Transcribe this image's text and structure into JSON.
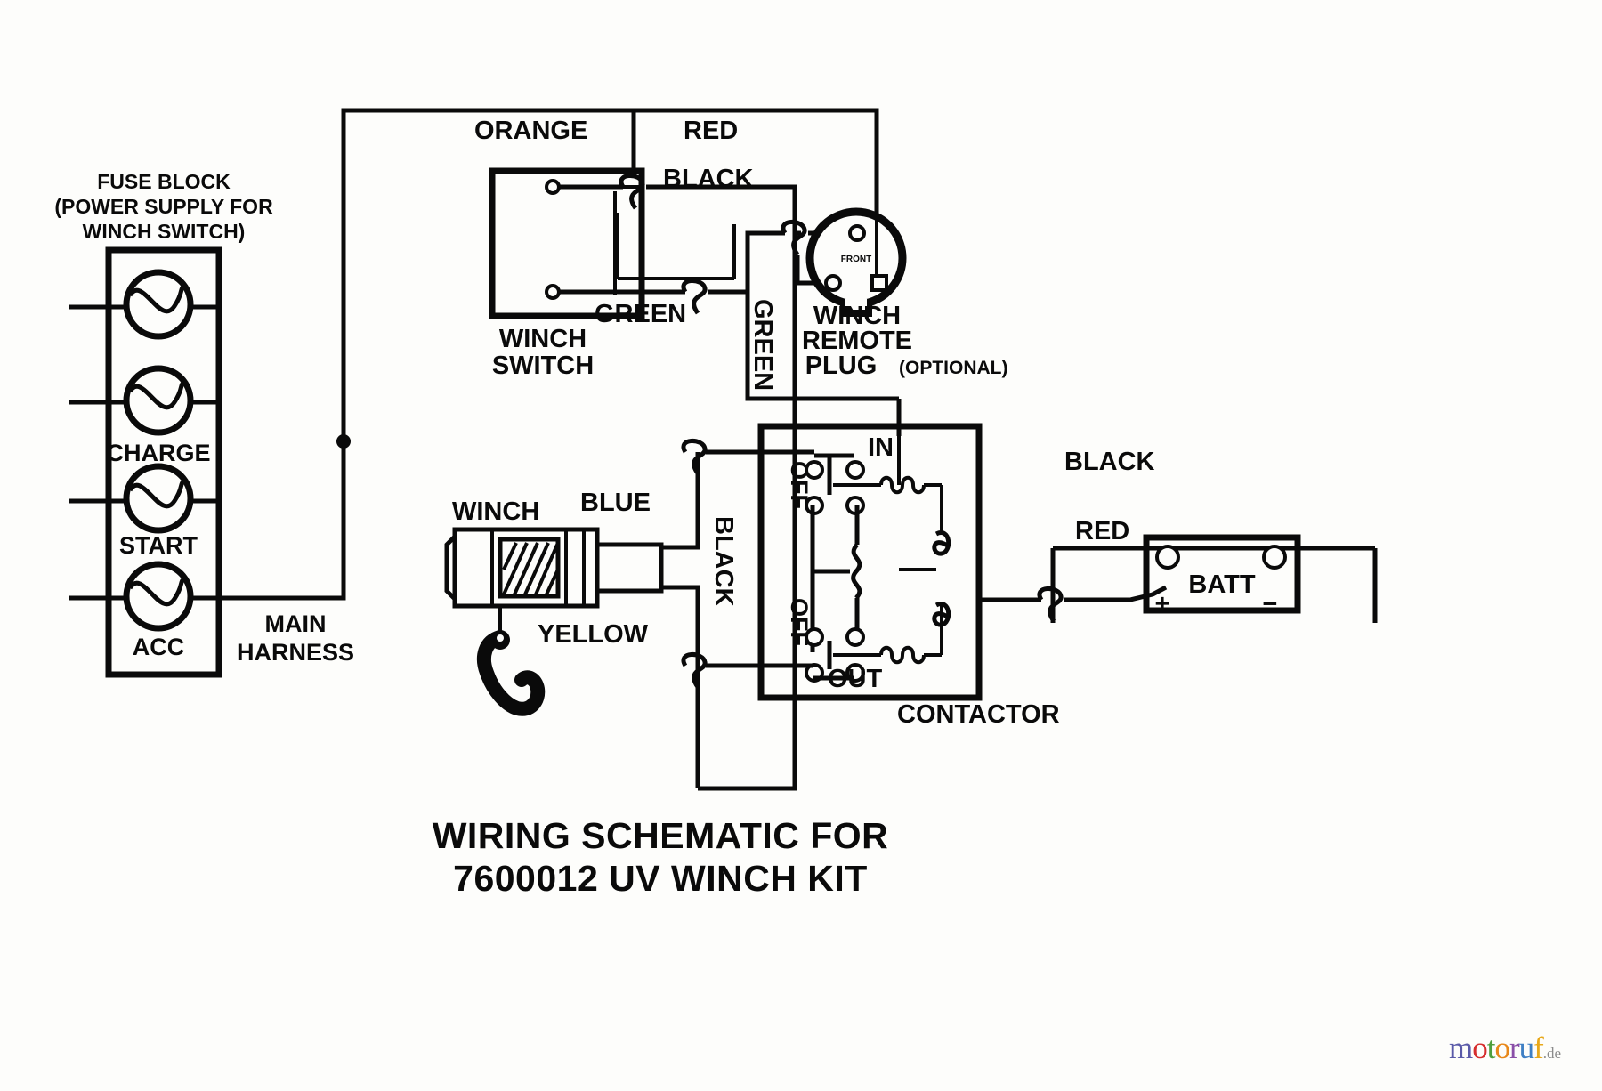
{
  "title": {
    "line1": "WIRING SCHEMATIC FOR",
    "line2": "7600012 UV WINCH KIT"
  },
  "fuse_block": {
    "caption_line1": "FUSE BLOCK",
    "caption_line2": "(POWER SUPPLY FOR",
    "caption_line3": "WINCH SWITCH)",
    "fuses": [
      {
        "label": ""
      },
      {
        "label": "CHARGE"
      },
      {
        "label": "START"
      },
      {
        "label": "ACC"
      }
    ],
    "harness_line1": "MAIN",
    "harness_line2": "HARNESS"
  },
  "winch_switch": {
    "label_line1": "WINCH",
    "label_line2": "SWITCH"
  },
  "remote_plug": {
    "label_line1": "WINCH",
    "label_line2": "REMOTE",
    "label_line3": "PLUG",
    "optional": "(OPTIONAL)",
    "front_mark": "FRONT"
  },
  "contactor": {
    "label": "CONTACTOR",
    "in": "IN",
    "out": "OUT",
    "off_top": "OFF",
    "off_bottom": "OFF"
  },
  "winch": {
    "label": "WINCH"
  },
  "battery": {
    "label": "BATT",
    "plus": "+",
    "minus": "−"
  },
  "wire_labels": {
    "orange": "ORANGE",
    "red_top": "RED",
    "black_top": "BLACK",
    "green_switch": "GREEN",
    "green_vertical": "GREEN",
    "black_vertical": "BLACK",
    "blue": "BLUE",
    "yellow": "YELLOW",
    "black_batt": "BLACK",
    "red_batt": "RED"
  },
  "watermark": {
    "text": "motoruf",
    "suffix": ".de",
    "letters": [
      {
        "ch": "m",
        "color": "#5a5aa8"
      },
      {
        "ch": "o",
        "color": "#d62d2d"
      },
      {
        "ch": "t",
        "color": "#4f9f3f"
      },
      {
        "ch": "o",
        "color": "#e8881a"
      },
      {
        "ch": "r",
        "color": "#8a4fa8"
      },
      {
        "ch": "u",
        "color": "#3f7fc4"
      },
      {
        "ch": "f",
        "color": "#e8a81a"
      }
    ],
    "suffix_color": "#8b8b8b"
  },
  "colors": {
    "ink": "#0a0a0a",
    "paper": "#fdfdfb"
  }
}
